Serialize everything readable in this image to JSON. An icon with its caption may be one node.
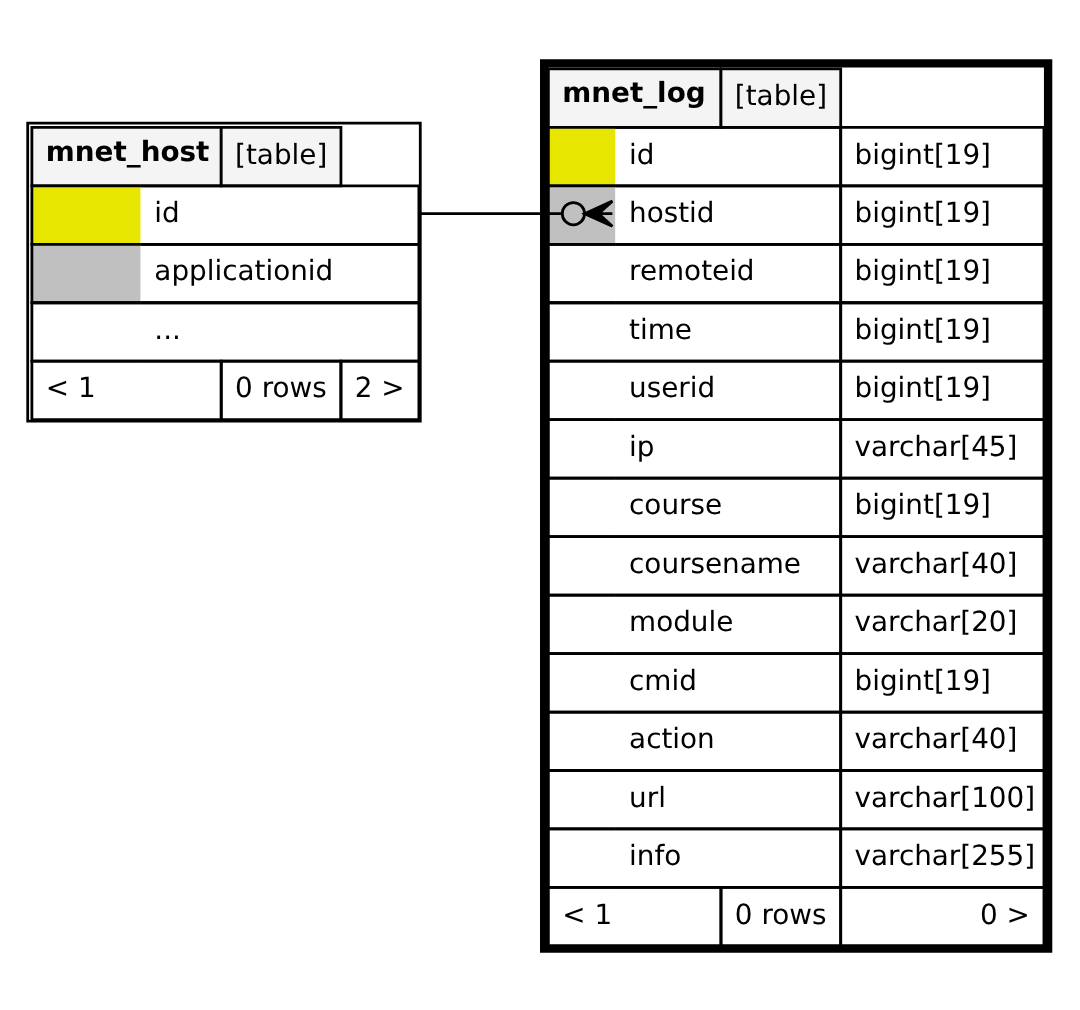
{
  "diagram": {
    "nodes": [
      {
        "text": [
          "mnet_host",
          "[table]",
          "id",
          "applicationid",
          "...",
          "< 1",
          "0 rows",
          "2 >"
        ]
      },
      {
        "text": [
          "mnet_log",
          "[table]",
          "id",
          "bigint[19]",
          "hostid",
          "bigint[19]",
          "remoteid",
          "bigint[19]",
          "time",
          "bigint[19]",
          "userid",
          "bigint[19]",
          "ip",
          "varchar[45]",
          "course",
          "bigint[19]",
          "coursename",
          "varchar[40]",
          "module",
          "varchar[20]",
          "cmid",
          "bigint[19]",
          "action",
          "varchar[40]",
          "url",
          "varchar[100]",
          "info",
          "varchar[255]",
          "< 1",
          "0 rows",
          "0 >"
        ]
      }
    ],
    "edges": [
      {
        "from": 0,
        "to": 1,
        "arrow": "other"
      }
    ]
  }
}
